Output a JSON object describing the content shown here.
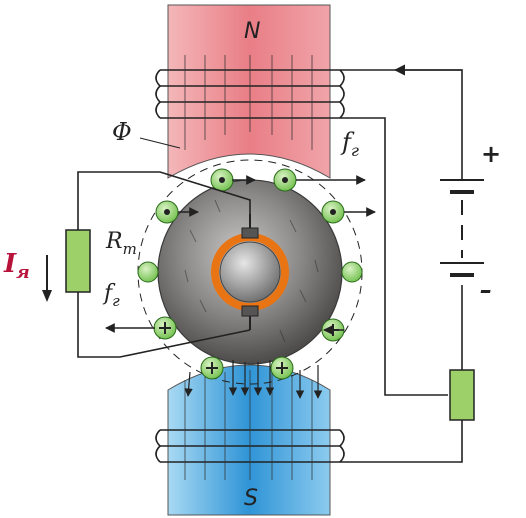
{
  "labels": {
    "north": "N",
    "south": "S",
    "flux": "Φ",
    "force_top": "f",
    "force_top_sub": "г",
    "force_left": "f",
    "force_left_sub": "г",
    "resistor": "R",
    "resistor_sub": "т",
    "current": "I",
    "current_sub": "я",
    "plus": "+",
    "minus": "–"
  },
  "colors": {
    "north_pole": "#e56f79",
    "south_pole": "#3fa2dc",
    "armature": "#6f6d6c",
    "commutator": "#f07d1a",
    "conductor": "#86c95a",
    "resistor": "#9ed06a",
    "current_label": "#b8123a",
    "wire": "#222222"
  }
}
